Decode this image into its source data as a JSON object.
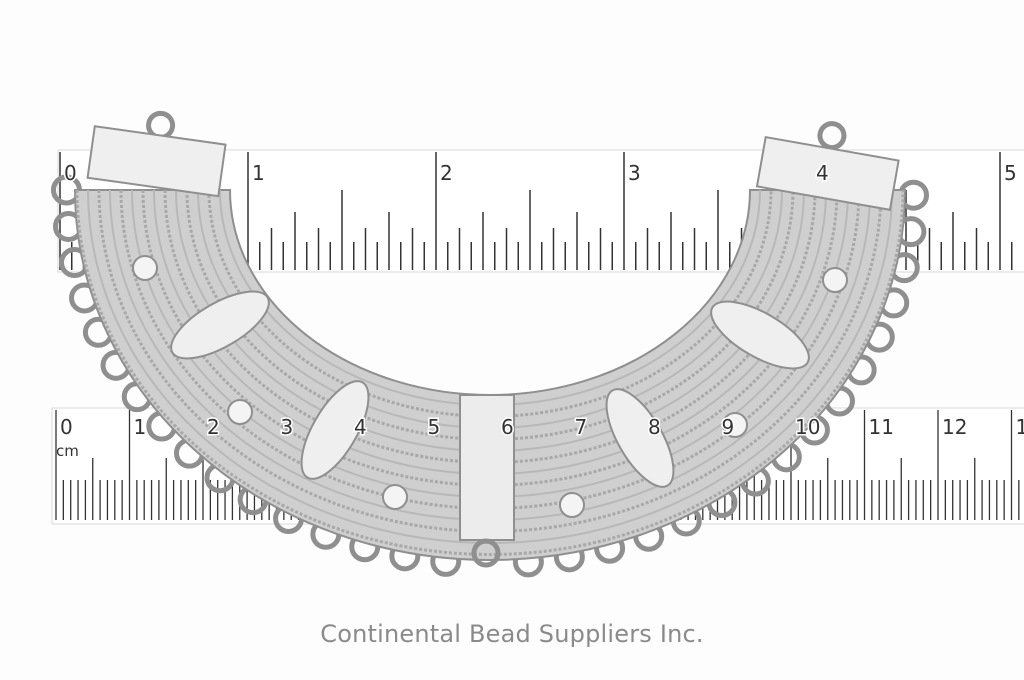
{
  "inch_ruler": {
    "labels": [
      "0",
      "1",
      "2",
      "3",
      "4",
      "5"
    ]
  },
  "cm_ruler": {
    "unit": "cm",
    "labels": [
      "0",
      "1",
      "2",
      "3",
      "4",
      "5",
      "6",
      "7",
      "8",
      "9",
      "10",
      "11",
      "12",
      "1"
    ]
  },
  "watermark": "Continental Bead Suppliers Inc.",
  "colors": {
    "metal": "#cfcfcf",
    "metal_dark": "#9a9a9a",
    "ruler_tick": "#333333",
    "background": "#fdfdfd"
  }
}
